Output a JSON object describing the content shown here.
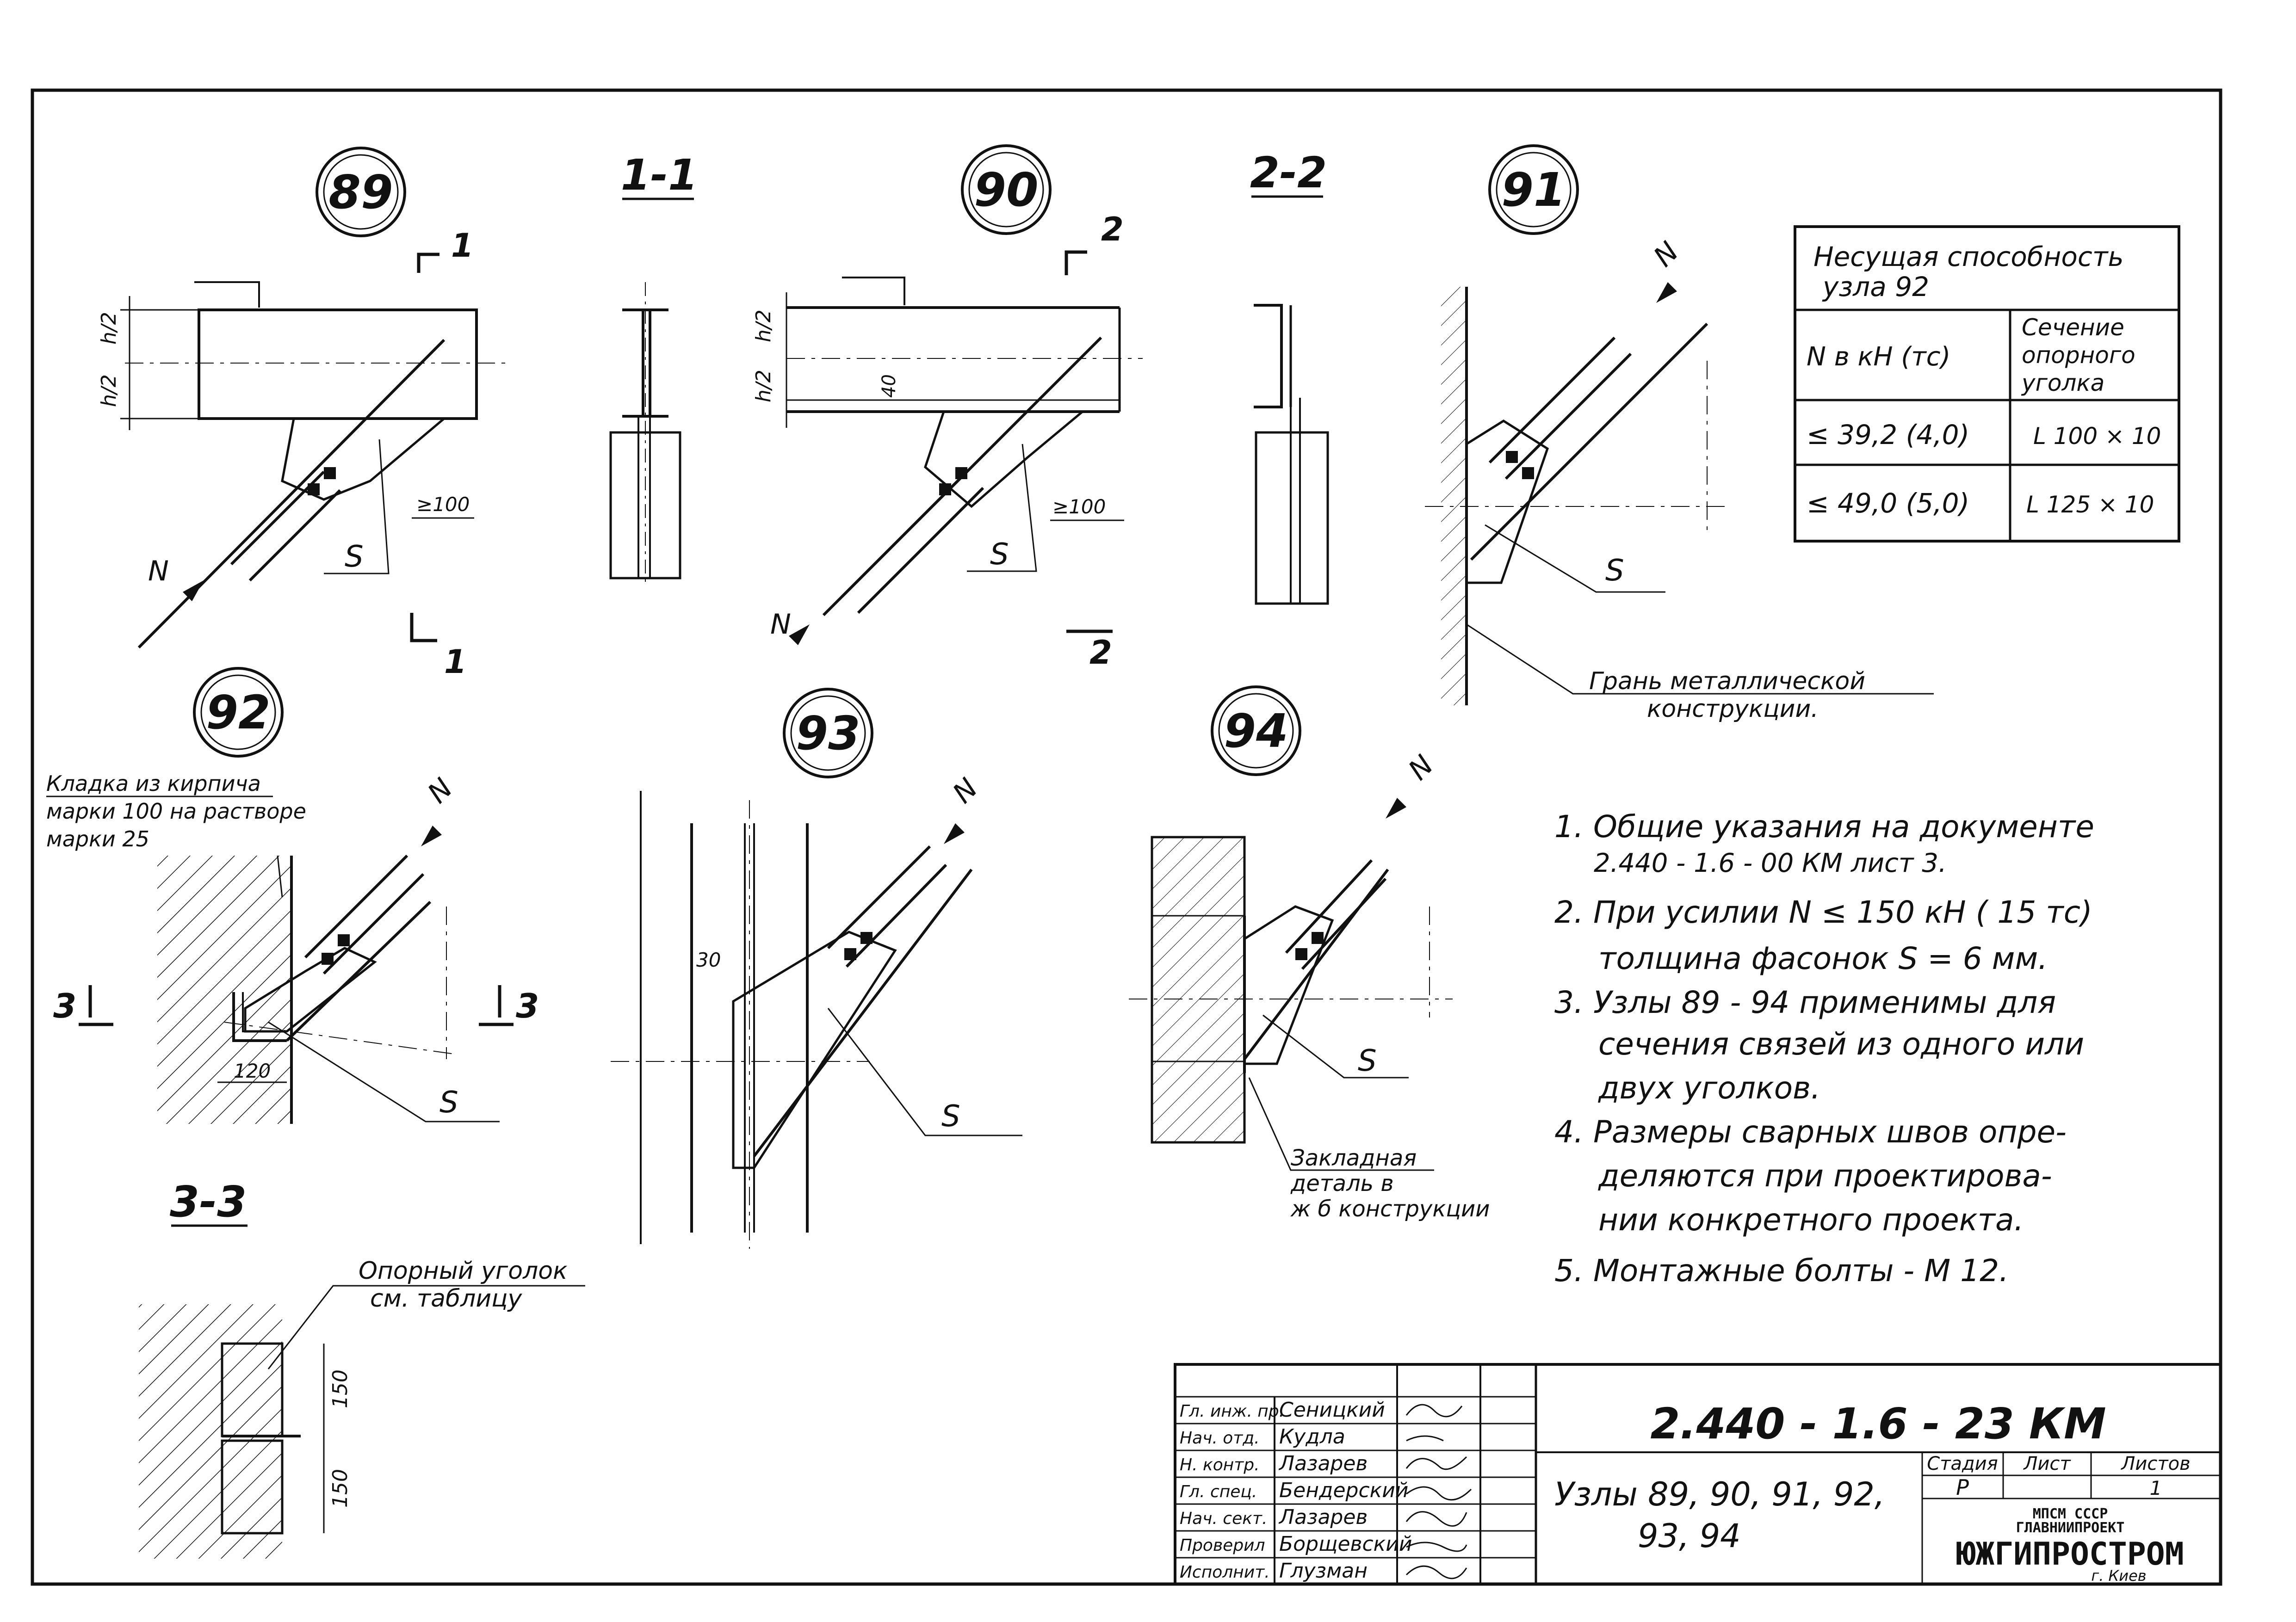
{
  "node_labels": {
    "n89": "89",
    "n90": "90",
    "n91": "91",
    "n92": "92",
    "n93": "93",
    "n94": "94"
  },
  "section_labels": {
    "s11": "1-1",
    "s22": "2-2",
    "s33": "3-3",
    "mark1": "1",
    "mark2": "2",
    "mark3": "3"
  },
  "dims": {
    "h2": "h/2",
    "d100": "≥100",
    "d40": "40",
    "d30": "30",
    "d120": "120",
    "d150": "150"
  },
  "symbols": {
    "N": "N",
    "S": "S"
  },
  "notes_on_drawing": {
    "masonry_l1": "Кладка из кирпича",
    "masonry_l2": "марки 100 на растворе",
    "masonry_l3": "марки 25",
    "steel_face_l1": "Грань металлической",
    "steel_face_l2": "конструкции.",
    "embed_l1": "Закладная",
    "embed_l2": "деталь в",
    "embed_l3": "ж б конструкции",
    "support_angle_l1": "Опорный уголок",
    "support_angle_l2": "см. таблицу"
  },
  "capacity_table": {
    "title_l1": "Несущая способность",
    "title_l2": "узла 92",
    "col1_header": "N в кН (тс)",
    "col2_header_l1": "Сечение",
    "col2_header_l2": "опорного",
    "col2_header_l3": "уголка",
    "rows": [
      {
        "n": "≤ 39,2 (4,0)",
        "section": "L 100 × 10"
      },
      {
        "n": "≤ 49,0 (5,0)",
        "section": "L 125 × 10"
      }
    ]
  },
  "general_notes": {
    "n1_l1": "1. Общие указания на документе",
    "n1_l2": "2.440 - 1.6 - 00 КМ лист 3.",
    "n2_l1": "2. При усилии N ≤ 150 кН ( 15 тс)",
    "n2_l2": "толщина фасонок S = 6 мм.",
    "n3_l1": "3. Узлы 89 - 94 применимы для",
    "n3_l2": "сечения связей из одного или",
    "n3_l3": "двух уголков.",
    "n4_l1": "4. Размеры сварных швов опре-",
    "n4_l2": "деляются при проектирова-",
    "n4_l3": "нии конкретного проекта.",
    "n5": "5. Монтажные болты - М 12."
  },
  "title_block": {
    "doc_code": "2.440 - 1.6 - 23 КМ",
    "title_l1": "Узлы 89, 90, 91, 92,",
    "title_l2": "93, 94",
    "stage_label": "Стадия",
    "sheet_label": "Лист",
    "sheets_label": "Листов",
    "stage_value": "Р",
    "sheets_value": "1",
    "org_l1": "МПСМ СССР",
    "org_l2": "ГЛАВНИИПРОЕКТ",
    "org_name": "ЮЖГИПРОСТРОМ",
    "org_city": "г. Киев",
    "roles": [
      {
        "role": "Гл. инж. пр.",
        "name": "Сеницкий"
      },
      {
        "role": "Нач. отд.",
        "name": "Кудла"
      },
      {
        "role": "Н. контр.",
        "name": "Лазарев"
      },
      {
        "role": "Гл. спец.",
        "name": "Бендерский"
      },
      {
        "role": "Нач. сект.",
        "name": "Лазарев"
      },
      {
        "role": "Проверил",
        "name": "Борщевский"
      },
      {
        "role": "Исполнит.",
        "name": "Глузман"
      }
    ]
  }
}
